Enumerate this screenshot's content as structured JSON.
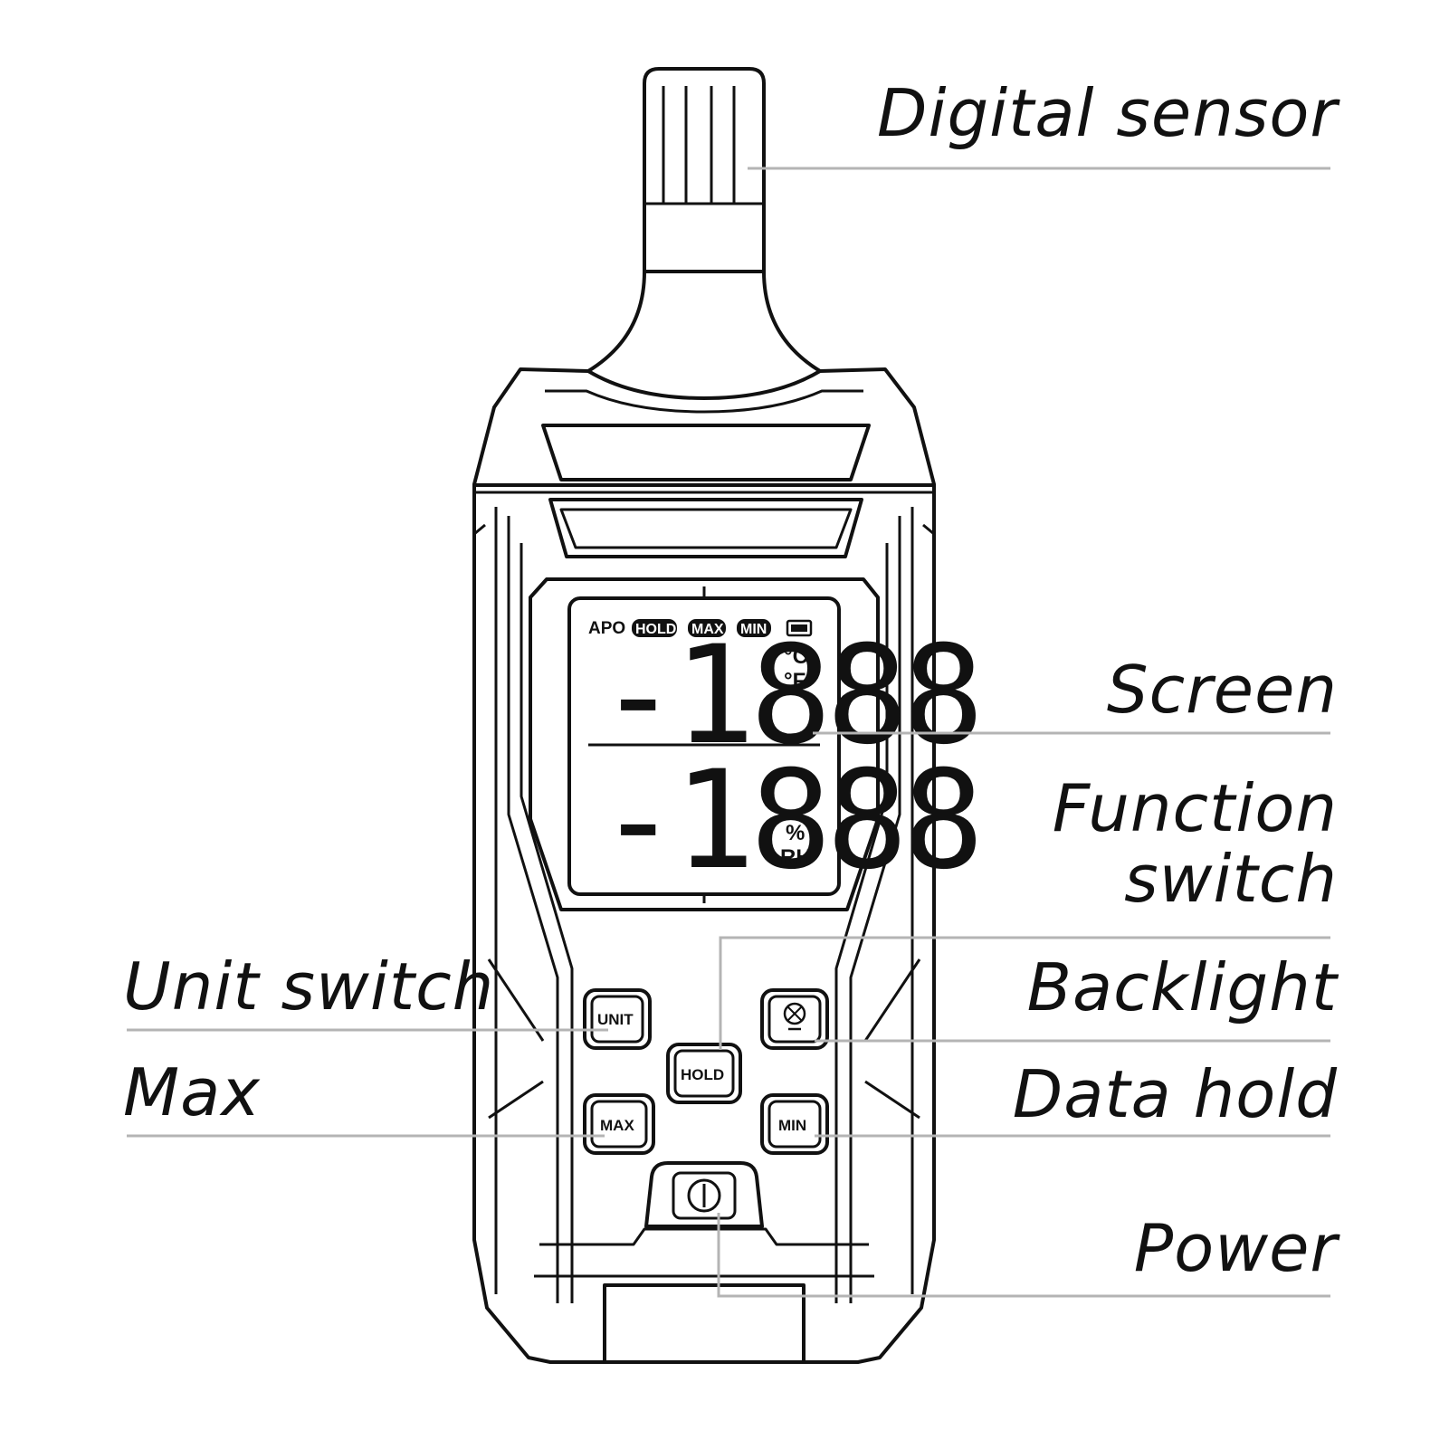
{
  "labels": {
    "digital_sensor": "Digital sensor",
    "screen": "Screen",
    "function_switch_line1": "Function",
    "function_switch_line2": "switch",
    "backlight": "Backlight",
    "data_hold": "Data hold",
    "power": "Power",
    "unit_switch": "Unit switch",
    "max": "Max"
  },
  "lcd": {
    "indicator_apo": "APO",
    "indicator_hold": "HOLD",
    "indicator_max": "MAX",
    "indicator_min": "MIN",
    "top_reading": "-1888",
    "bottom_reading": "-1888",
    "unit_celsius": "°C",
    "unit_fahrenheit": "°F",
    "unit_percent": "%",
    "unit_rh": "RH"
  },
  "buttons": {
    "unit": "UNIT",
    "hold": "HOLD",
    "max": "MAX",
    "min": "MIN"
  },
  "colors": {
    "line": "#111111",
    "leader": "#b4b4b4"
  }
}
